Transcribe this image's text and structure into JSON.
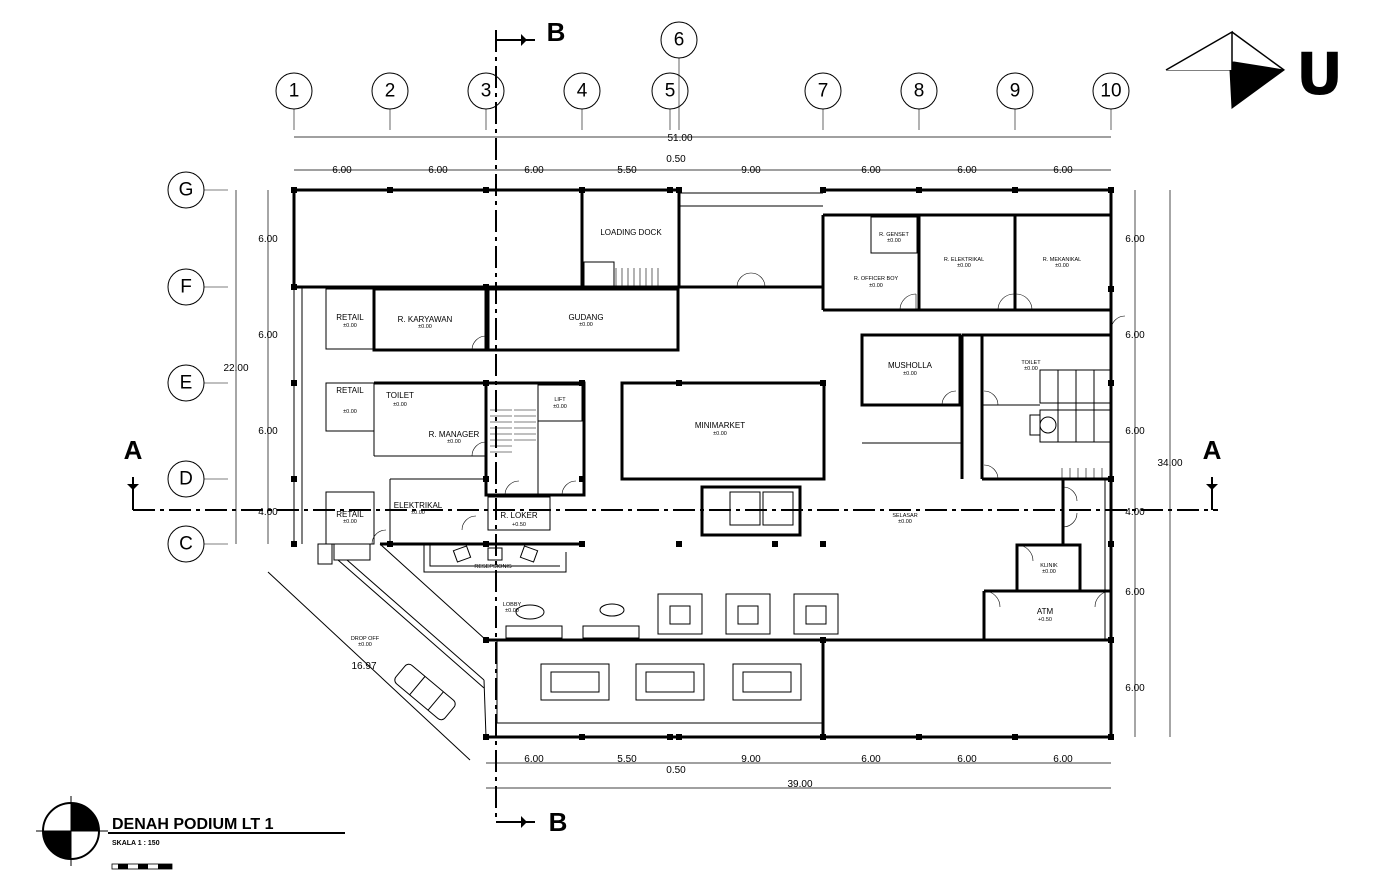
{
  "drawing": {
    "title": "DENAH PODIUM LT 1",
    "scale": "SKALA 1 : 150",
    "north_label": "U"
  },
  "grid": {
    "columns": [
      "1",
      "2",
      "3",
      "4",
      "5",
      "6",
      "7",
      "8",
      "9",
      "10"
    ],
    "rows": [
      "G",
      "F",
      "E",
      "D",
      "C"
    ]
  },
  "sections": {
    "a_left": "A",
    "a_right": "A",
    "b_top": "B",
    "b_bottom": "B"
  },
  "dimensions": {
    "top_total": "51.00",
    "top_spans": [
      "6.00",
      "6.00",
      "6.00",
      "5.50",
      "9.00",
      "6.00",
      "6.00",
      "6.00"
    ],
    "top_small": "0.50",
    "bottom_total": "39.00",
    "bottom_spans": [
      "6.00",
      "5.50",
      "9.00",
      "6.00",
      "6.00",
      "6.00"
    ],
    "bottom_small": "0.50",
    "left_total": "22.00",
    "left_spans": [
      "6.00",
      "6.00",
      "6.00",
      "4.00"
    ],
    "right_total": "34.00",
    "right_spans": [
      "6.00",
      "6.00",
      "6.00",
      "4.00",
      "6.00",
      "6.00"
    ],
    "dropoff_length": "16.97"
  },
  "rooms": {
    "loading_dock": "LOADING DOCK",
    "gudang": "GUDANG",
    "retail_1": "RETAIL",
    "retail_2": "RETAIL",
    "retail_3": "RETAIL",
    "r_karyawan": "R. KARYAWAN",
    "toilet_small": "TOILET",
    "r_manager": "R. MANAGER",
    "elektrikal": "ELEKTRIKAL",
    "r_loker": "R. LOKER",
    "minimarket": "MINIMARKET",
    "r_genset": "R. GENSET",
    "r_officer_boy": "R. OFFICER BOY",
    "r_elektrikal_2": "R. ELEKTRIKAL",
    "r_mekanikal": "R. MEKANIKAL",
    "musholla": "MUSHOLLA",
    "toilet_large": "TOILET",
    "klinik": "KLINIK",
    "atm": "ATM",
    "receptionist": "RESEPSIONIS",
    "lobby": "LOBBY",
    "selasar": "SELASAR",
    "drop_off": "DROP OFF",
    "elev_small": "LIFT",
    "elev_mark": "±0.00",
    "atm_elev": "+0.50",
    "loker_elev": "+0.50"
  }
}
